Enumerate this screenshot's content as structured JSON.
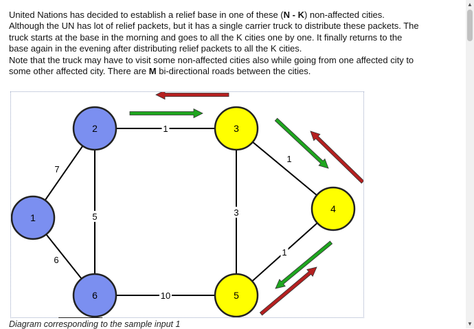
{
  "problem": {
    "p1": [
      {
        "text": "United Nations has decided to establish a relief base in one of these ("
      },
      {
        "text": "N - K",
        "bold": true
      },
      {
        "text": ") non-affected cities. Although the UN has lot of relief packets, but it has a single carrier truck to distribute these packets. The truck starts at the base in the morning and goes to all the K cities one by one. It finally returns to the base again in the evening after distributing relief packets to all the K cities."
      }
    ],
    "p2": [
      {
        "text": "Note that the truck may have to visit some non-affected cities also while going from one affected city to some other affected city. There are "
      },
      {
        "text": "M",
        "bold": true
      },
      {
        "text": " bi-directional roads between the cities."
      }
    ]
  },
  "diagram": {
    "nodes": [
      {
        "id": "1",
        "label": "1",
        "affected": false
      },
      {
        "id": "2",
        "label": "2",
        "affected": false
      },
      {
        "id": "3",
        "label": "3",
        "affected": true
      },
      {
        "id": "4",
        "label": "4",
        "affected": true
      },
      {
        "id": "5",
        "label": "5",
        "affected": true
      },
      {
        "id": "6",
        "label": "6",
        "affected": false
      }
    ],
    "edges": [
      {
        "from": "1",
        "to": "2",
        "weight": "7"
      },
      {
        "from": "1",
        "to": "6",
        "weight": "6"
      },
      {
        "from": "2",
        "to": "3",
        "weight": "1"
      },
      {
        "from": "2",
        "to": "6",
        "weight": "5"
      },
      {
        "from": "3",
        "to": "4",
        "weight": "1"
      },
      {
        "from": "3",
        "to": "5",
        "weight": "3"
      },
      {
        "from": "4",
        "to": "5",
        "weight": "1"
      },
      {
        "from": "6",
        "to": "5",
        "weight": "10"
      }
    ],
    "colors": {
      "non_affected": "#7b8ff0",
      "affected": "#ffff00",
      "forward_arrow": "#1fa61f",
      "return_arrow": "#b52020"
    }
  },
  "caption": "Diagram corresponding to the sample input 1"
}
